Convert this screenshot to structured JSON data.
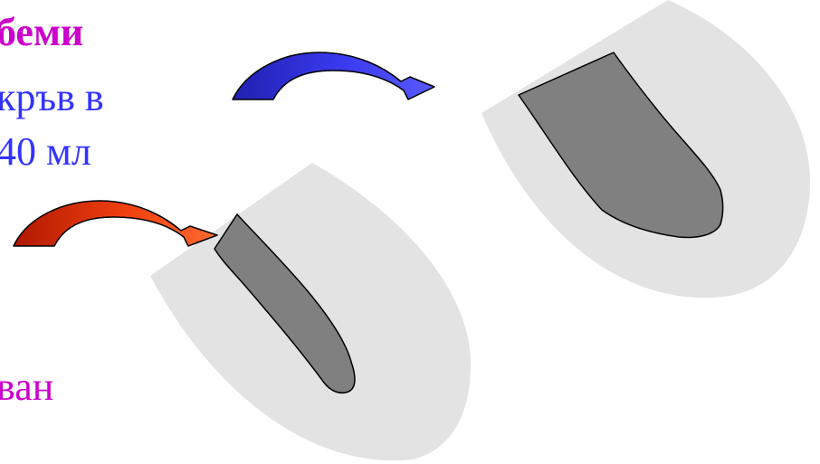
{
  "slide": {
    "heading": "беми",
    "line1": "кръв в",
    "line2": "40 мл",
    "line3": "ван"
  },
  "colors": {
    "heading": "#cc00cc",
    "body_text": "#3333ff",
    "bottom_text": "#cc00cc",
    "ventricle_wall": "#e3e3e3",
    "cavity": "#808080",
    "blue_arrow": "#3a3af0",
    "red_arrow": "#e03010"
  },
  "icons": {
    "left_arrow": "curved-arrow-red",
    "right_arrow": "curved-arrow-blue"
  }
}
